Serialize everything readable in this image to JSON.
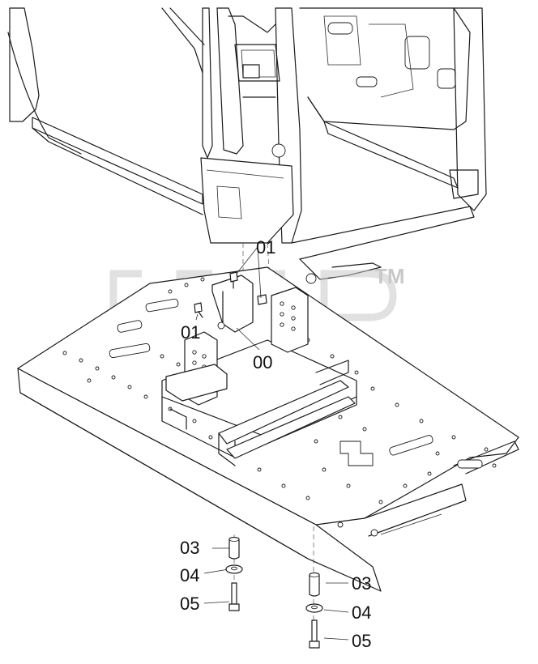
{
  "callouts": {
    "c01_top": "01",
    "c01_left": "01",
    "c00": "00",
    "c03_left": "03",
    "c04_left": "04",
    "c05_left": "05",
    "c03_right": "03",
    "c04_right": "04",
    "c05_right": "05"
  },
  "watermark": {
    "tm": "TM"
  }
}
